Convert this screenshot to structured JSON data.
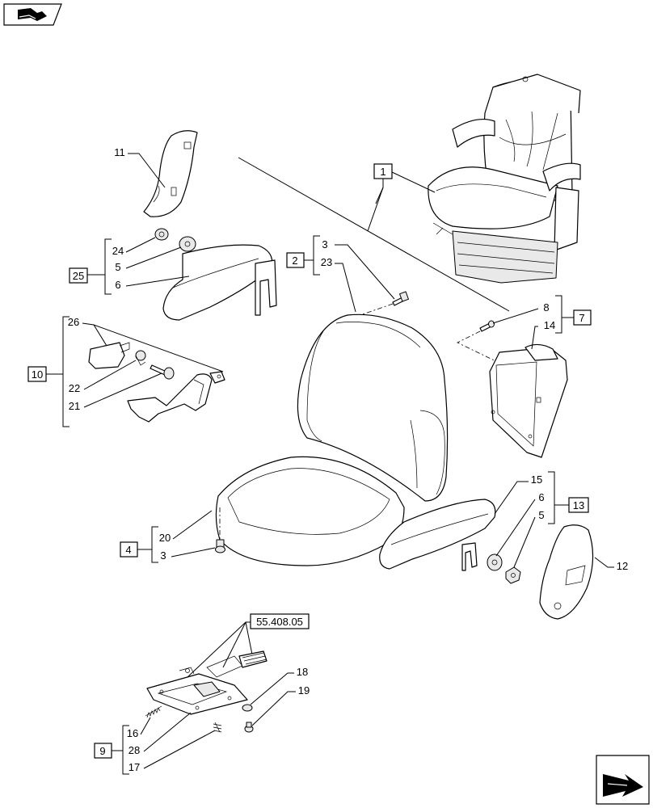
{
  "callouts": {
    "c11": "11",
    "c24": "24",
    "c5a": "5",
    "c6a": "6",
    "c25": "25",
    "c3a": "3",
    "c23": "23",
    "c2": "2",
    "c1": "1",
    "c8": "8",
    "c14": "14",
    "c7": "7",
    "c26": "26",
    "c10": "10",
    "c22": "22",
    "c21": "21",
    "c15": "15",
    "c6b": "6",
    "c5b": "5",
    "c13": "13",
    "c12": "12",
    "c20": "20",
    "c3b": "3",
    "c4": "4",
    "cref": "55.408.05",
    "c18": "18",
    "c19": "19",
    "c16": "16",
    "c28": "28",
    "c17": "17",
    "c9": "9"
  },
  "icons": {
    "top_left": "book-arrow-icon",
    "bottom_right": "next-page-arrow-icon"
  }
}
